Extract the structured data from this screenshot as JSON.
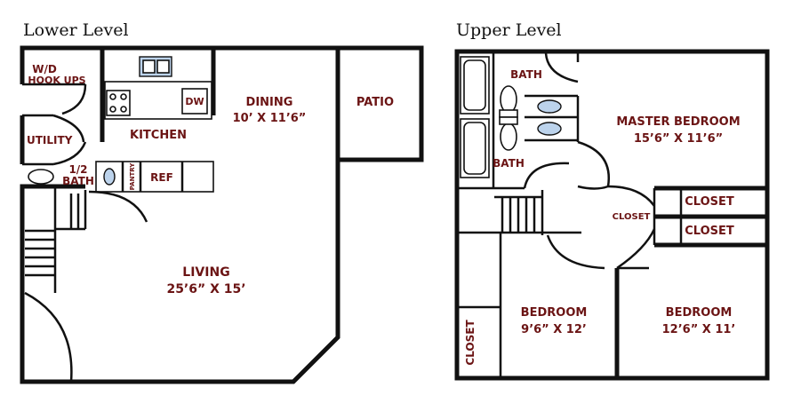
{
  "lower": {
    "title": "Lower Level",
    "wd_line1": "W/D",
    "wd_line2": "HOOK UPS",
    "utility": "UTILITY",
    "half_bath_line1": "1/2",
    "half_bath_line2": "BATH",
    "kitchen": "KITCHEN",
    "dw": "DW",
    "pantry": "PANTRY",
    "ref": "REF",
    "dining": "DINING",
    "dining_size": "10’ X 11’6”",
    "patio": "PATIO",
    "living": "LIVING",
    "living_size": "25’6” X 15’"
  },
  "upper": {
    "title": "Upper Level",
    "bath_top": "BATH",
    "bath_bottom": "BATH",
    "master": "MASTER BEDROOM",
    "master_size": "15’6” X 11’6”",
    "closet_small": "CLOSET",
    "closet_1": "CLOSET",
    "closet_2": "CLOSET",
    "bedroom_left": "BEDROOM",
    "bedroom_left_size": "9’6” X 12’",
    "bedroom_right": "BEDROOM",
    "bedroom_right_size": "12’6” X 11’",
    "closet_vertical": "CLOSET"
  },
  "colors": {
    "label_text": "#6b1414",
    "fixture_fill": "#bcd3ec",
    "walls": "#111111"
  }
}
